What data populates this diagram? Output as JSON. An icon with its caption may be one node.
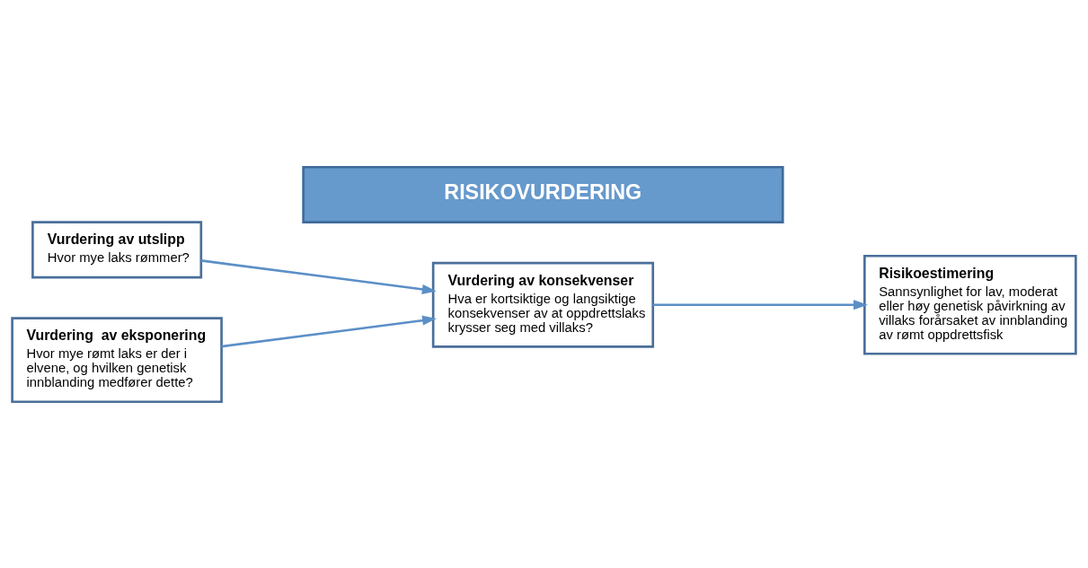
{
  "diagram": {
    "nodes": [
      {
        "text": [
          "RISIKOVURDERING"
        ]
      },
      {
        "text": [
          "Vurdering av utslipp",
          "Hvor mye laks rømmer?"
        ]
      },
      {
        "text": [
          "Vurdering  av eksponering",
          "Hvor mye rømt laks er der i elvene, og hvilken genetisk innblanding medfører dette?"
        ]
      },
      {
        "text": [
          "Vurdering av konsekvenser",
          "Hva er kortsiktige og langsiktige konsekvenser av at oppdrettslaks krysser seg med villaks?"
        ]
      },
      {
        "text": [
          "Risikoestimering",
          "Sannsynlighet for lav, moderat eller høy genetisk påvirkning av villaks forårsaket av innblanding av rømt oppdrettsfisk"
        ]
      }
    ],
    "edges": [
      {
        "from": 1,
        "to": 3,
        "arrow": "to"
      },
      {
        "from": 2,
        "to": 3,
        "arrow": "to"
      },
      {
        "from": 3,
        "to": 4,
        "arrow": "to"
      }
    ]
  }
}
